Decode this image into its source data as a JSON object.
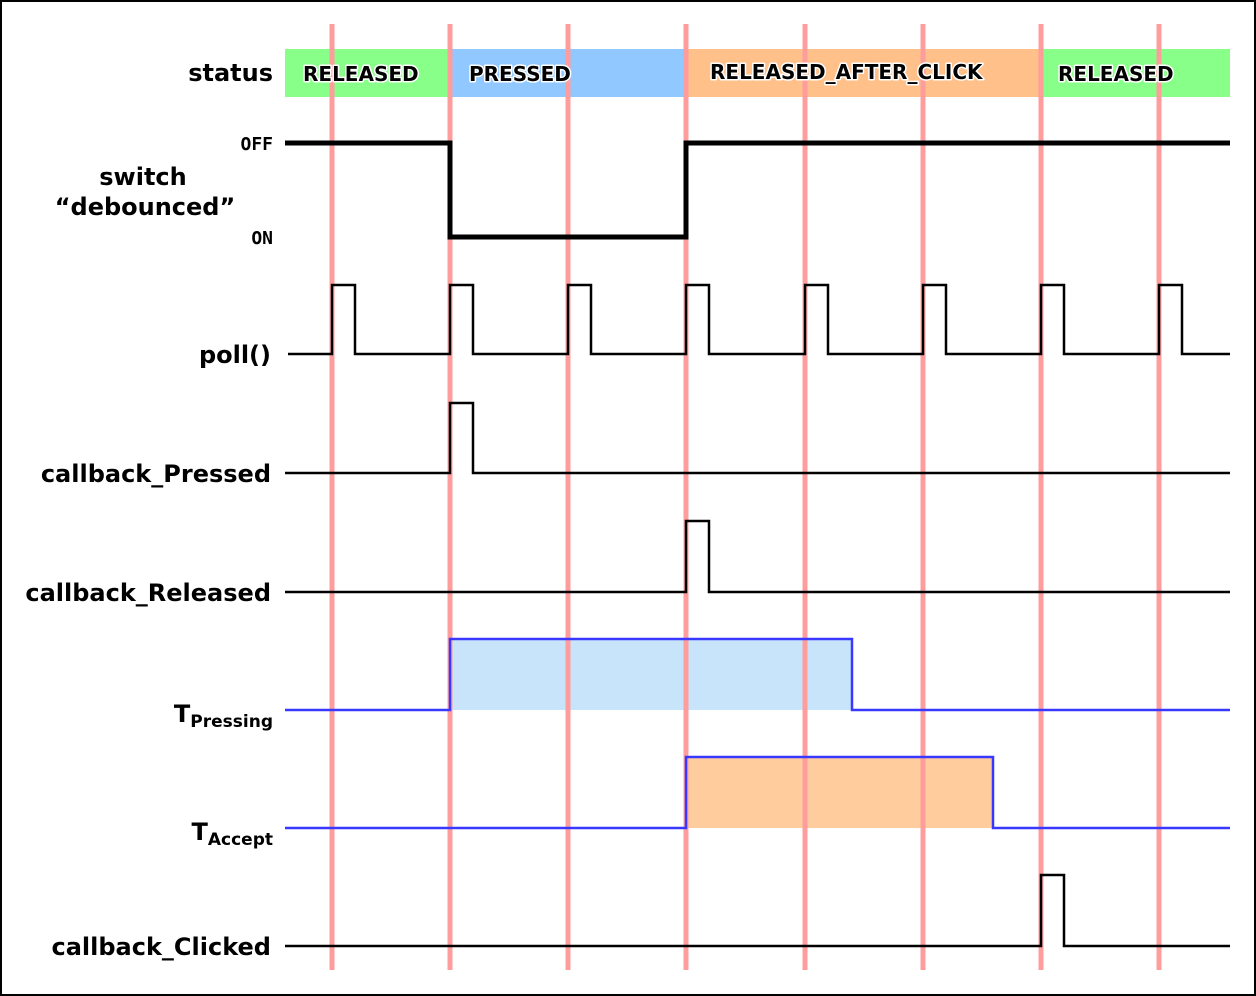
{
  "signals": {
    "status": "status",
    "switch_line1": "switch",
    "switch_line2": "“debounced”",
    "off": "OFF",
    "on": "ON",
    "poll": "poll()",
    "callback_pressed": "callback_Pressed",
    "callback_released": "callback_Released",
    "t_pressing_main": "T",
    "t_pressing_sub": "Pressing",
    "t_accept_main": "T",
    "t_accept_sub": "Accept",
    "callback_clicked": "callback_Clicked"
  },
  "states": [
    {
      "label": "RELEASED",
      "color": "#88ff88"
    },
    {
      "label": "PRESSED",
      "color": "#90c8ff"
    },
    {
      "label": "RELEASED_AFTER_CLICK",
      "color": "#ffc08a"
    },
    {
      "label": "RELEASED",
      "color": "#88ff88"
    }
  ],
  "colors": {
    "tick_line": "#ff9d9d",
    "timer_line": "#3838ff",
    "t_pressing_fill": "#c8e4fb",
    "t_accept_fill": "#ffcc9e"
  }
}
